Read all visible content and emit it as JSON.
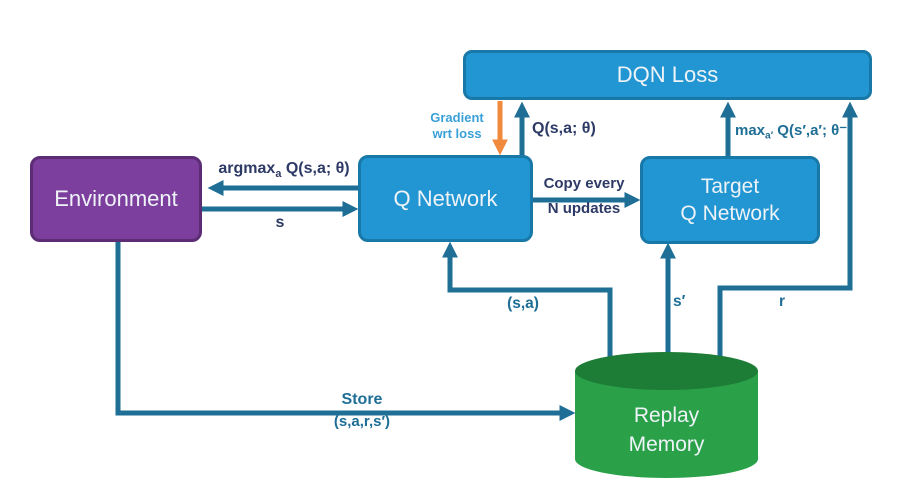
{
  "nodes": {
    "environment": {
      "label": "Environment"
    },
    "q_network": {
      "label": "Q Network"
    },
    "target_q_network": {
      "line1": "Target",
      "line2": "Q Network"
    },
    "dqn_loss": {
      "label": "DQN Loss"
    },
    "replay_memory": {
      "line1": "Replay",
      "line2": "Memory"
    }
  },
  "edges": {
    "argmax_action": {
      "main": "argmax",
      "sub": "a",
      "rest": " Q(s,a; θ)"
    },
    "state": {
      "label": "s"
    },
    "gradient": {
      "line1": "Gradient",
      "line2": "wrt loss"
    },
    "q_value": {
      "label": "Q(s,a; θ)"
    },
    "copy": {
      "line1": "Copy every",
      "line2": "N updates"
    },
    "max_q": {
      "main": "max",
      "sub": "a′",
      "rest": " Q(s′,a′; θ⁻)"
    },
    "state_action": {
      "label": "(s,a)"
    },
    "next_state": {
      "label": "s′"
    },
    "reward": {
      "label": "r"
    },
    "store": {
      "line1": "Store",
      "line2": "(s,a,r,s′)"
    }
  },
  "colors": {
    "environment_fill": "#7d3f9d",
    "environment_border": "#5c2c74",
    "network_fill": "#2196d2",
    "network_border": "#1878a8",
    "replay_body_fill": "#2aa148",
    "replay_top_fill": "#1d7c35",
    "arrow": "#1e6e96",
    "gradient_arrow": "#f28a3d",
    "label_dark": "#2e3a66",
    "label_teal": "#1e6e96",
    "label_light_blue": "#3aa0d8",
    "node_text": "#eef3f8"
  }
}
